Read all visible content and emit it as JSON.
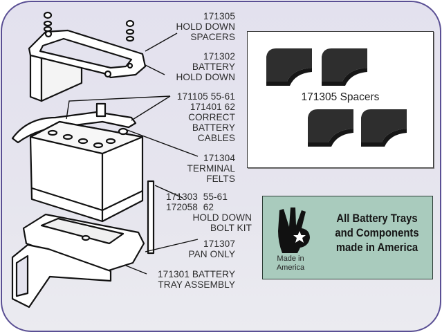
{
  "diagram": {
    "title": "Battery tray assembly exploded view",
    "callouts": [
      {
        "id": "hold-down-spacers",
        "lines": [
          "171305",
          "HOLD DOWN",
          "SPACERS"
        ]
      },
      {
        "id": "battery-hold-down",
        "lines": [
          "171302",
          "BATTERY",
          "HOLD DOWN"
        ]
      },
      {
        "id": "battery-cables",
        "lines": [
          "171105 55-61",
          "171401 62",
          "CORRECT",
          "BATTERY",
          "CABLES"
        ]
      },
      {
        "id": "terminal-felts",
        "lines": [
          "171304",
          "TERMINAL",
          "FELTS"
        ]
      },
      {
        "id": "hold-down-bolt-kit",
        "lines": [
          "171303  55-61",
          "172058  62",
          "HOLD DOWN",
          "BOLT KIT"
        ]
      },
      {
        "id": "pan-only",
        "lines": [
          "171307",
          "PAN ONLY"
        ]
      },
      {
        "id": "battery-tray-assembly",
        "lines": [
          "171301 BATTERY",
          "TRAY ASSEMBLY"
        ]
      }
    ]
  },
  "spacers_panel": {
    "caption": "171305 Spacers",
    "count": 4
  },
  "made_in_america_panel": {
    "badge_text": [
      "Made in",
      "America"
    ],
    "headline": [
      "All Battery Trays",
      "and Components",
      "made in America"
    ],
    "background_color": "#a9cbbd"
  },
  "colors": {
    "frame_border": "#5a4f94",
    "frame_fill": "#e4e3ee"
  }
}
